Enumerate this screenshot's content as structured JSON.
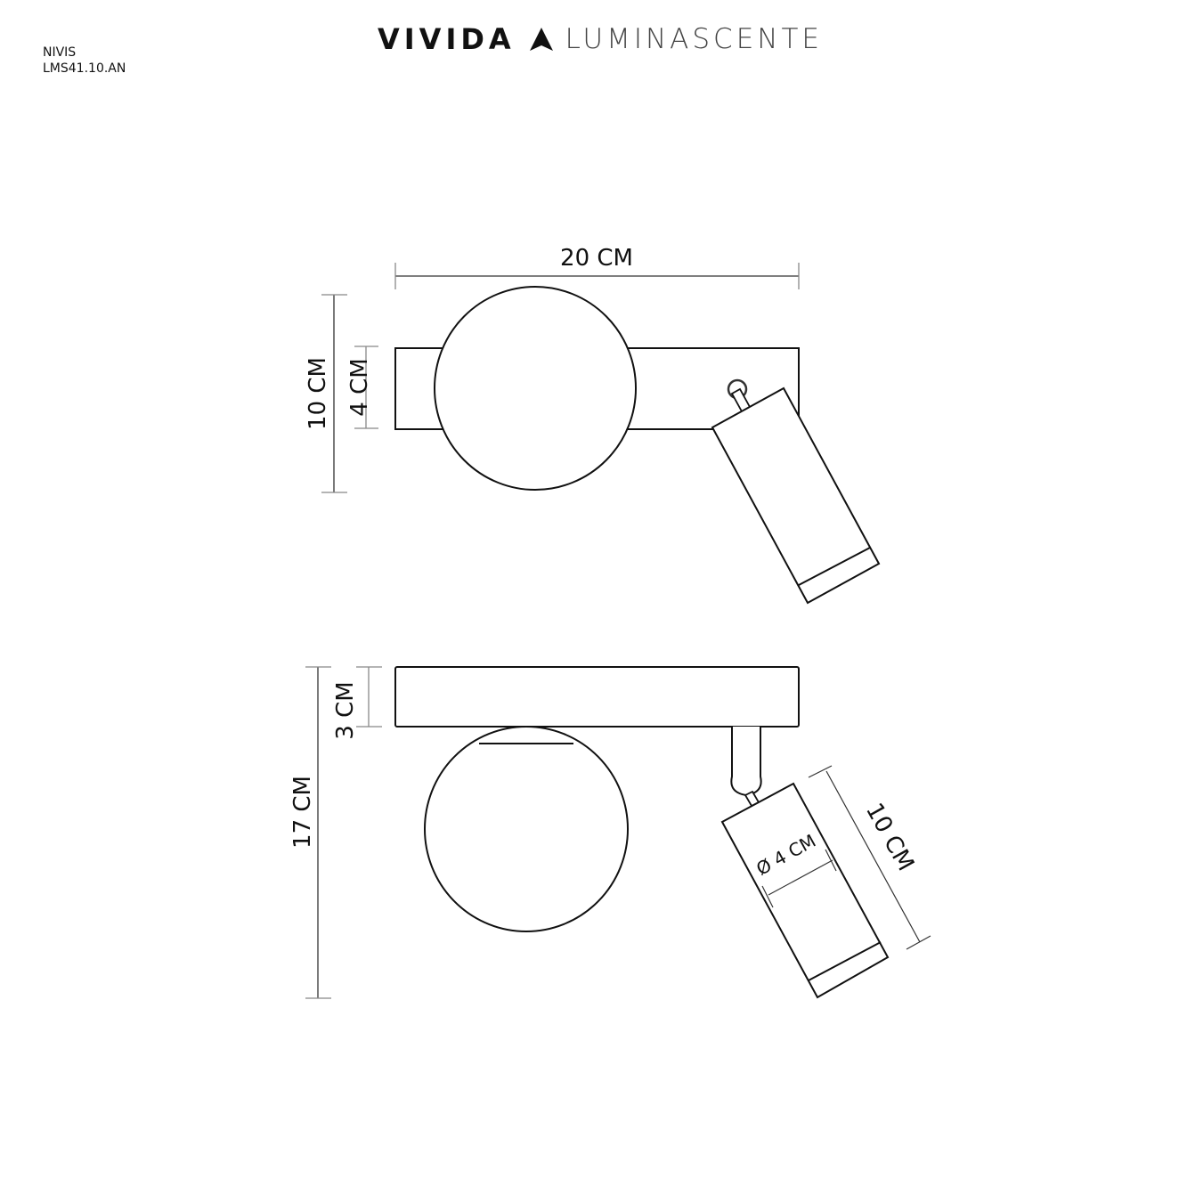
{
  "header": {
    "product_name": "NIVIS",
    "product_code": "LMS41.10.AN",
    "brand_left": "VIVIDA",
    "brand_icon": "triangle-logo-icon",
    "brand_right": "LUMINASCENTE"
  },
  "top_view": {
    "width_label": "20 CM",
    "height_label": "10 CM",
    "plate_height_label": "4 CM"
  },
  "side_view": {
    "total_height_label": "17 CM",
    "plate_depth_label": "3 CM",
    "spot_diameter_label": "Ø 4 CM",
    "spot_length_label": "10 CM"
  },
  "colors": {
    "line": "#111111",
    "dim_line": "#555555",
    "background": "#ffffff"
  }
}
